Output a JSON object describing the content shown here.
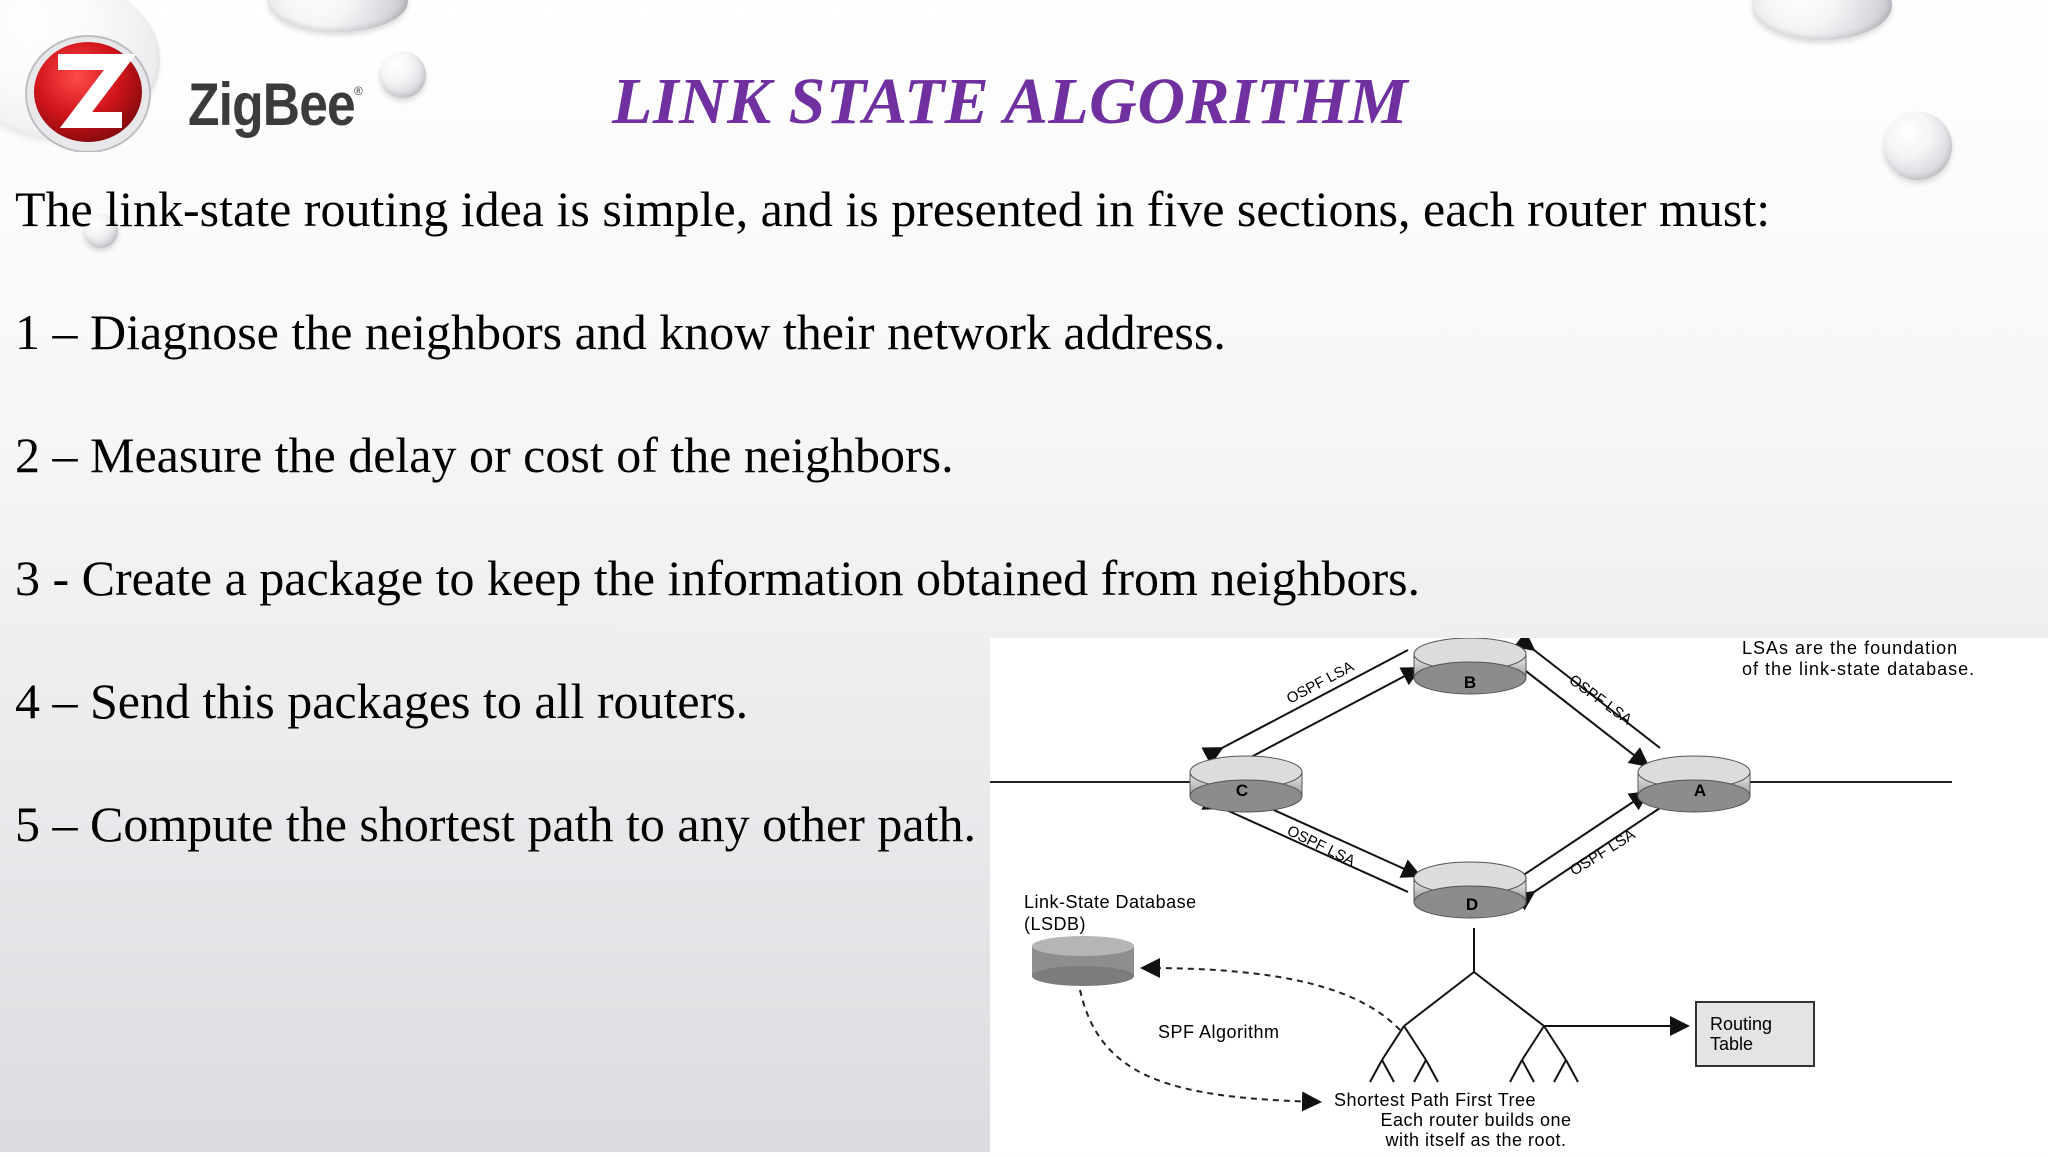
{
  "logo": {
    "wordmark": "ZigBee",
    "reg_mark": "®"
  },
  "title": "LINK STATE ALGORITHM",
  "intro": "The link-state routing idea is simple, and is presented in five sections, each router must:",
  "steps": [
    "1 – Diagnose the neighbors and know their network address.",
    "2 – Measure the delay or cost of the neighbors.",
    "3 - Create a package to keep the information obtained from neighbors.",
    "4 – Send this packages to all routers.",
    "5 – Compute the shortest path to any other path."
  ],
  "diagram": {
    "note_line1": "LSAs are the foundation",
    "note_line2": "of the link-state database.",
    "routers": {
      "a": "A",
      "b": "B",
      "c": "C",
      "d": "D"
    },
    "lsa_label": "OSPF LSA",
    "lsdb_line1": "Link-State Database",
    "lsdb_line2": "(LSDB)",
    "spf_label": "SPF Algorithm",
    "routing_line1": "Routing",
    "routing_line2": "Table",
    "tree_line1": "Shortest Path First Tree",
    "tree_line2": "Each router builds one",
    "tree_line3": "with itself as the root."
  }
}
